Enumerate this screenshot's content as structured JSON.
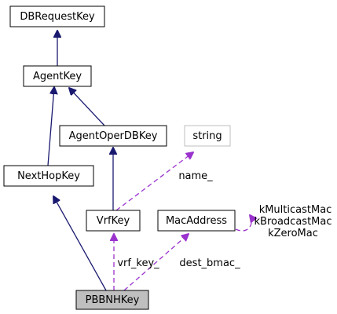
{
  "colors": {
    "inheritance_edge": "#191970",
    "usage_edge": "#9a32cd",
    "node_border": "#000000",
    "external_node_border": "#bfbfbf",
    "focus_node_fill": "#bfbfbf",
    "node_fill": "#ffffff"
  },
  "nodes": {
    "dbrequestkey": "DBRequestKey",
    "agentkey": "AgentKey",
    "agentoperdbkey": "AgentOperDBKey",
    "string": "string",
    "nexthopkey": "NextHopKey",
    "vrfkey": "VrfKey",
    "macaddress": "MacAddress",
    "pbbnhkey": "PBBNHKey"
  },
  "edge_labels": {
    "name": "name_",
    "vrf_key": "vrf_key_",
    "dest_bmac": "dest_bmac_",
    "kmulticastmac": "kMulticastMac",
    "kbroadcastmac": "kBroadcastMac",
    "kzeromac": "kZeroMac"
  }
}
